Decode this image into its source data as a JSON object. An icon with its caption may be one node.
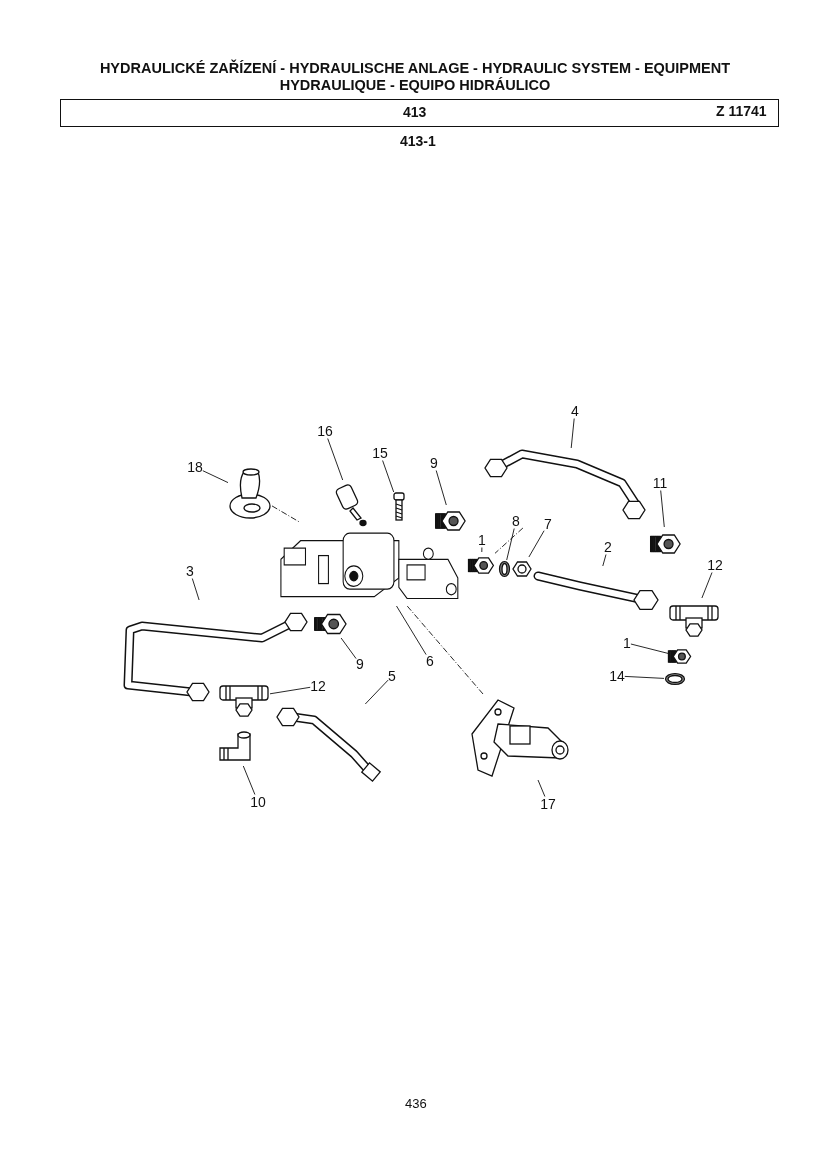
{
  "diagram": {
    "title": "HYDRAULICKÉ ZAŘÍZENÍ - HYDRAULISCHE ANLAGE - HYDRAULIC SYSTEM - EQUIPMENT HYDRAULIQUE - EQUIPO HIDRÁULICO",
    "nodes": [
      {
        "text": [
          "4"
        ]
      },
      {
        "text": [
          "16"
        ]
      },
      {
        "text": [
          "15"
        ]
      },
      {
        "text": [
          "18"
        ]
      },
      {
        "text": [
          "9"
        ]
      },
      {
        "text": [
          "11"
        ]
      },
      {
        "text": [
          "1"
        ]
      },
      {
        "text": [
          "8"
        ]
      },
      {
        "text": [
          "7"
        ]
      },
      {
        "text": [
          "2"
        ]
      },
      {
        "text": [
          "12"
        ]
      },
      {
        "text": [
          "3"
        ]
      },
      {
        "text": [
          "1"
        ]
      },
      {
        "text": [
          "9"
        ]
      },
      {
        "text": [
          "6"
        ]
      },
      {
        "text": [
          "14"
        ]
      },
      {
        "text": [
          "12"
        ]
      },
      {
        "text": [
          "5"
        ]
      },
      {
        "text": [
          "17"
        ]
      },
      {
        "text": [
          "10"
        ]
      },
      {
        "text": [],
        "shape": "picture"
      },
      {
        "text": [],
        "shape": "picture"
      },
      {
        "text": [],
        "shape": "picture"
      },
      {
        "text": [],
        "shape": "picture"
      },
      {
        "text": [],
        "shape": "picture"
      },
      {
        "text": [],
        "shape": "picture"
      },
      {
        "text": [],
        "shape": "picture"
      },
      {
        "text": [],
        "shape": "picture"
      },
      {
        "text": [],
        "shape": "picture"
      },
      {
        "text": [],
        "shape": "picture"
      },
      {
        "text": [],
        "shape": "picture"
      },
      {
        "text": [],
        "shape": "picture"
      },
      {
        "text": [],
        "shape": "picture"
      },
      {
        "text": [],
        "shape": "picture"
      },
      {
        "text": [],
        "shape": "picture"
      },
      {
        "text": [],
        "shape": "picture"
      },
      {
        "text": [],
        "shape": "picture"
      },
      {
        "text": [],
        "shape": "picture"
      },
      {
        "text": [],
        "shape": "picture"
      },
      {
        "text": [],
        "shape": "picture"
      }
    ],
    "edges": [
      {
        "from": 0,
        "to": 20,
        "arrow": "none"
      },
      {
        "from": 1,
        "to": 21,
        "arrow": "none"
      },
      {
        "from": 2,
        "to": 22,
        "arrow": "none"
      },
      {
        "from": 3,
        "to": 23,
        "arrow": "none"
      },
      {
        "from": 4,
        "to": 24,
        "arrow": "none"
      },
      {
        "from": 5,
        "to": 25,
        "arrow": "none"
      },
      {
        "from": 6,
        "to": 26,
        "arrow": "none"
      },
      {
        "from": 7,
        "to": 27,
        "arrow": "none"
      },
      {
        "from": 8,
        "to": 28,
        "arrow": "none"
      },
      {
        "from": 9,
        "to": 29,
        "arrow": "none"
      },
      {
        "from": 10,
        "to": 30,
        "arrow": "none"
      },
      {
        "from": 11,
        "to": 31,
        "arrow": "none"
      },
      {
        "from": 12,
        "to": 32,
        "arrow": "none"
      },
      {
        "from": 13,
        "to": 33,
        "arrow": "none"
      },
      {
        "from": 14,
        "to": 34,
        "arrow": "none"
      },
      {
        "from": 15,
        "to": 35,
        "arrow": "none"
      },
      {
        "from": 16,
        "to": 36,
        "arrow": "none"
      },
      {
        "from": 17,
        "to": 37,
        "arrow": "none"
      },
      {
        "from": 18,
        "to": 38,
        "arrow": "none"
      },
      {
        "from": 19,
        "to": 39,
        "arrow": "none"
      },
      {
        "from": 23,
        "to": 34,
        "arrow": "none",
        "style": "dashed"
      },
      {
        "from": 38,
        "to": 34,
        "arrow": "none",
        "style": "dashed"
      },
      {
        "from": 20,
        "to": 26,
        "arrow": "none",
        "style": "dashed"
      }
    ],
    "labels": [
      "413",
      "Z 11741",
      "413-1",
      "436"
    ]
  }
}
